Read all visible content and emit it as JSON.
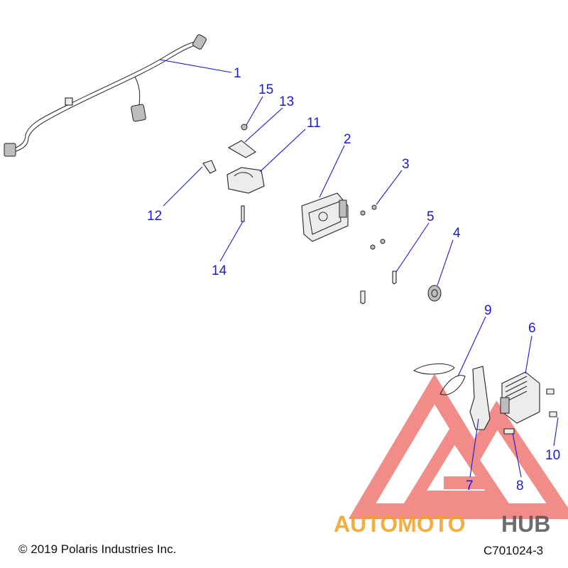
{
  "callouts": [
    {
      "id": "c1",
      "label": "1"
    },
    {
      "id": "c2",
      "label": "2"
    },
    {
      "id": "c3",
      "label": "3"
    },
    {
      "id": "c4",
      "label": "4"
    },
    {
      "id": "c5",
      "label": "5"
    },
    {
      "id": "c6",
      "label": "6"
    },
    {
      "id": "c7",
      "label": "7"
    },
    {
      "id": "c8",
      "label": "8"
    },
    {
      "id": "c9",
      "label": "9"
    },
    {
      "id": "c10",
      "label": "10"
    },
    {
      "id": "c11",
      "label": "11"
    },
    {
      "id": "c12",
      "label": "12"
    },
    {
      "id": "c13",
      "label": "13"
    },
    {
      "id": "c14",
      "label": "14"
    },
    {
      "id": "c15",
      "label": "15"
    }
  ],
  "watermark": {
    "text_part1": "AUTOMOTO",
    "text_part2": "HUB",
    "color_primary": "#e8302a",
    "color_secondary": "#f0a020",
    "color_tertiary": "#555555"
  },
  "footer": {
    "copyright": "© 2019 Polaris Industries Inc.",
    "figure_id": "C701024-3"
  }
}
